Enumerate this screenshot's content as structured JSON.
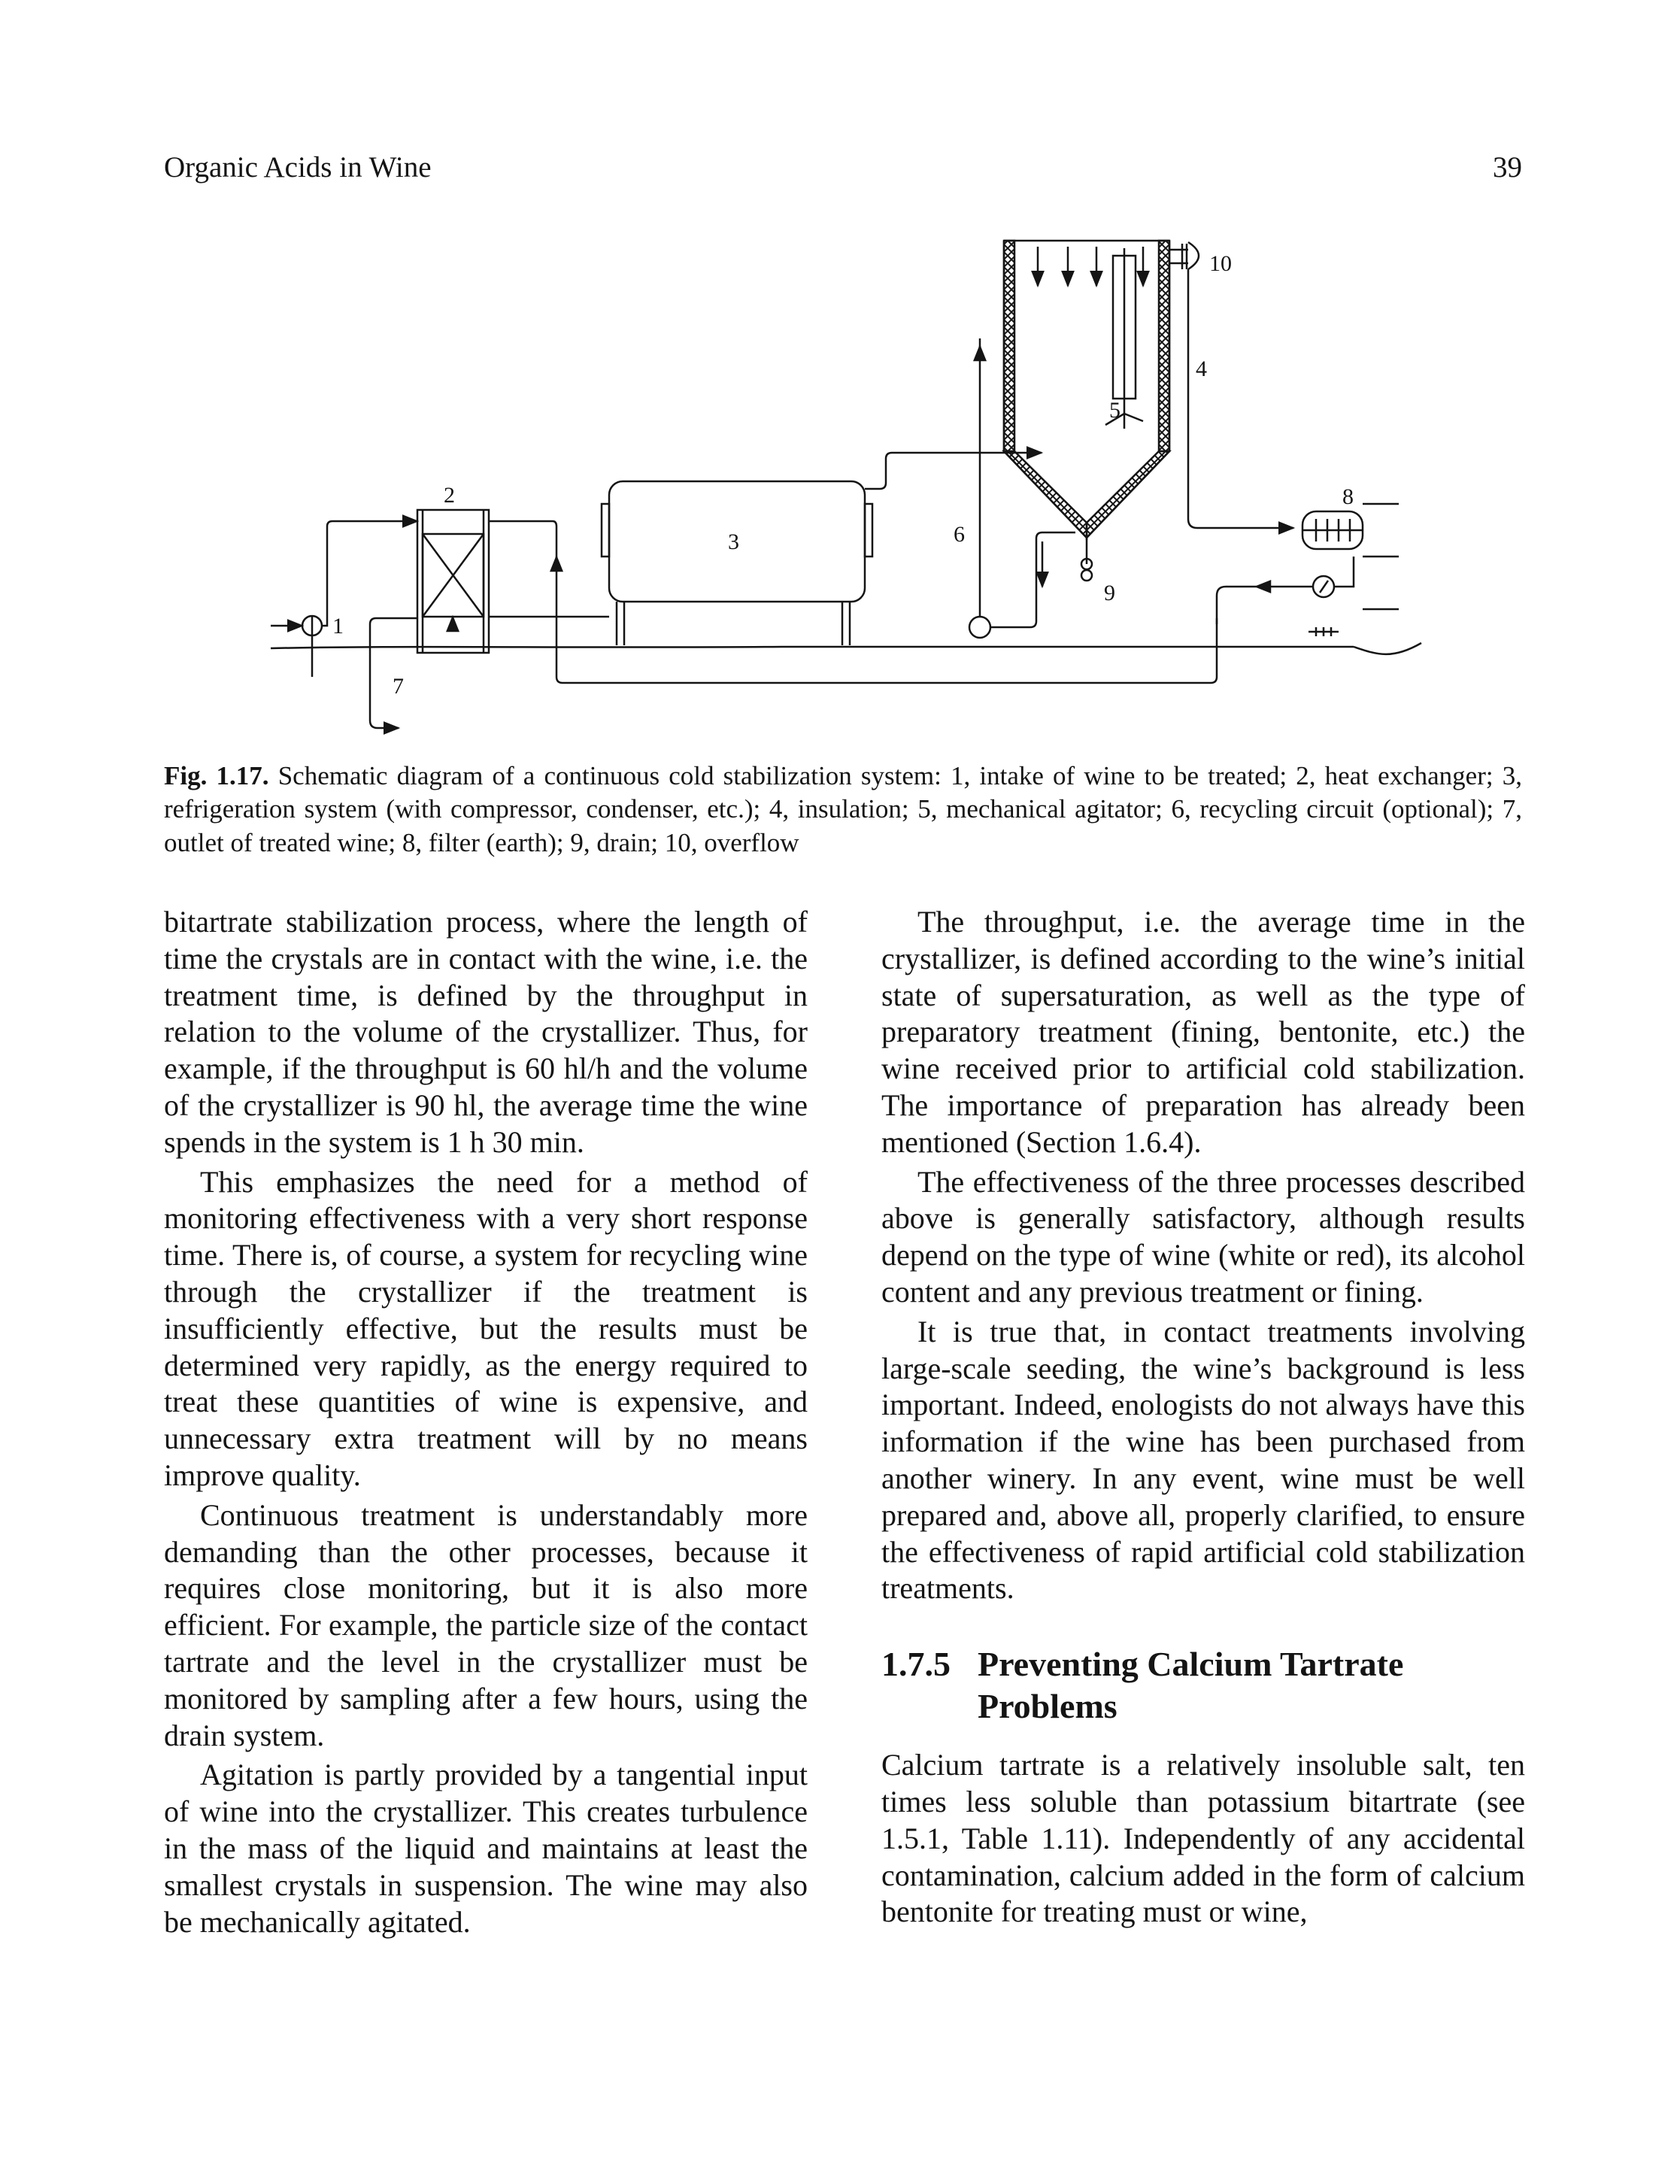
{
  "header": {
    "running_title": "Organic Acids in Wine",
    "page_number": "39"
  },
  "figure": {
    "labels": {
      "l1": "1",
      "l2": "2",
      "l3": "3",
      "l4": "4",
      "l5": "5",
      "l6": "6",
      "l7": "7",
      "l8": "8",
      "l9": "9",
      "l10": "10"
    },
    "caption_label": "Fig. 1.17.",
    "caption_text": "Schematic diagram of a continuous cold stabilization system: 1, intake of wine to be treated; 2, heat exchanger; 3, refrigeration system (with compressor, condenser, etc.); 4, insulation; 5, mechanical agitator; 6, recycling circuit (optional); 7, outlet of treated wine; 8, filter (earth); 9, drain; 10, overflow"
  },
  "left_column": {
    "p1": "bitartrate stabilization process, where the length of time the crystals are in contact with the wine, i.e. the treatment time, is defined by the throughput in relation to the volume of the crystallizer. Thus, for example, if the throughput is 60 hl/h and the volume of the crystallizer is 90 hl, the average time the wine spends in the system is 1 h 30 min.",
    "p2": "This emphasizes the need for a method of monitoring effectiveness with a very short response time. There is, of course, a system for recycling wine through the crystallizer if the treatment is insufficiently effective, but the results must be determined very rapidly, as the energy required to treat these quantities of wine is expensive, and unnecessary extra treatment will by no means improve quality.",
    "p3": "Continuous treatment is understandably more demanding than the other processes, because it requires close monitoring, but it is also more efficient. For example, the particle size of the contact tartrate and the level in the crystallizer must be monitored by sampling after a few hours, using the drain system.",
    "p4": "Agitation is partly provided by a tangential input of wine into the crystallizer. This creates turbulence in the mass of the liquid and maintains at least the smallest crystals in suspension. The wine may also be mechanically agitated."
  },
  "right_column": {
    "p1": "The throughput, i.e. the average time in the crystallizer, is defined according to the wine’s initial state of supersaturation, as well as the type of preparatory treatment (fining, bentonite, etc.) the wine received prior to artificial cold stabilization. The importance of preparation has already been mentioned (Section 1.6.4).",
    "p2": "The effectiveness of the three processes described above is generally satisfactory, although results depend on the type of wine (white or red), its alcohol content and any previous treatment or fining.",
    "p3": "It is true that, in contact treatments involving large-scale seeding, the wine’s background is less important. Indeed, enologists do not always have this information if the wine has been purchased from another winery. In any event, wine must be well prepared and, above all, properly clarified, to ensure the effectiveness of rapid artificial cold stabilization treatments.",
    "section_number": "1.7.5",
    "section_title": "Preventing Calcium Tartrate Problems",
    "p4": "Calcium tartrate is a relatively insoluble salt, ten times less soluble than potassium bitartrate (see 1.5.1, Table 1.11). Independently of any accidental contamination, calcium added in the form of calcium bentonite for treating must or wine,"
  }
}
